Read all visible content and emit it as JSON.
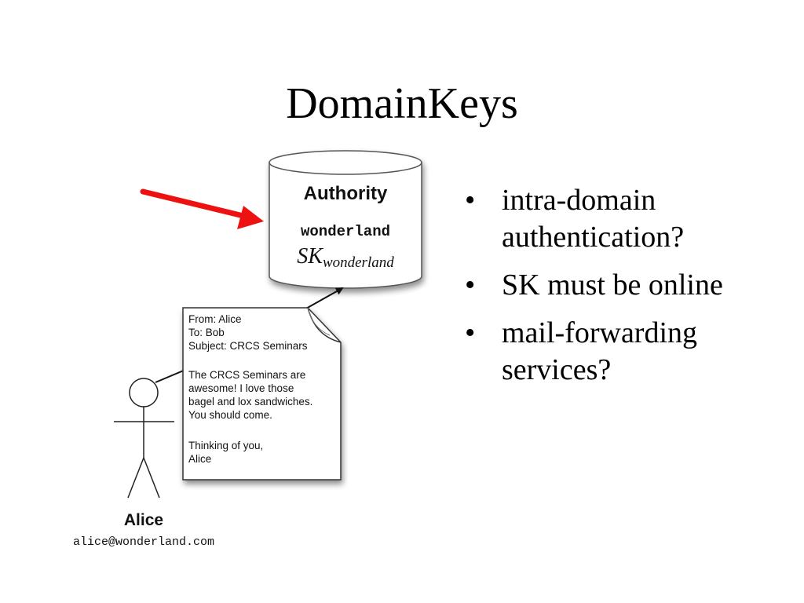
{
  "slide": {
    "title": "DomainKeys",
    "bullets": [
      "intra-domain authentication?",
      "SK must be online",
      "mail-forwarding services?"
    ]
  },
  "authority": {
    "heading": "Authority",
    "domain": "wonderland",
    "key_base": "SK",
    "key_subscript": "wonderland"
  },
  "email": {
    "header_lines": [
      "From: Alice",
      "To: Bob",
      "Subject: CRCS Seminars"
    ],
    "body_lines": [
      "The CRCS Seminars are",
      "awesome! I love those",
      "bagel and lox sandwiches.",
      "You should come."
    ],
    "closing_lines": [
      "Thinking of you,",
      "Alice"
    ]
  },
  "person": {
    "name": "Alice",
    "address": "alice@wonderland.com"
  },
  "colors": {
    "highlight_arrow": "#ee1111",
    "cylinder_fill": "#ffffff",
    "stroke": "#222222"
  }
}
